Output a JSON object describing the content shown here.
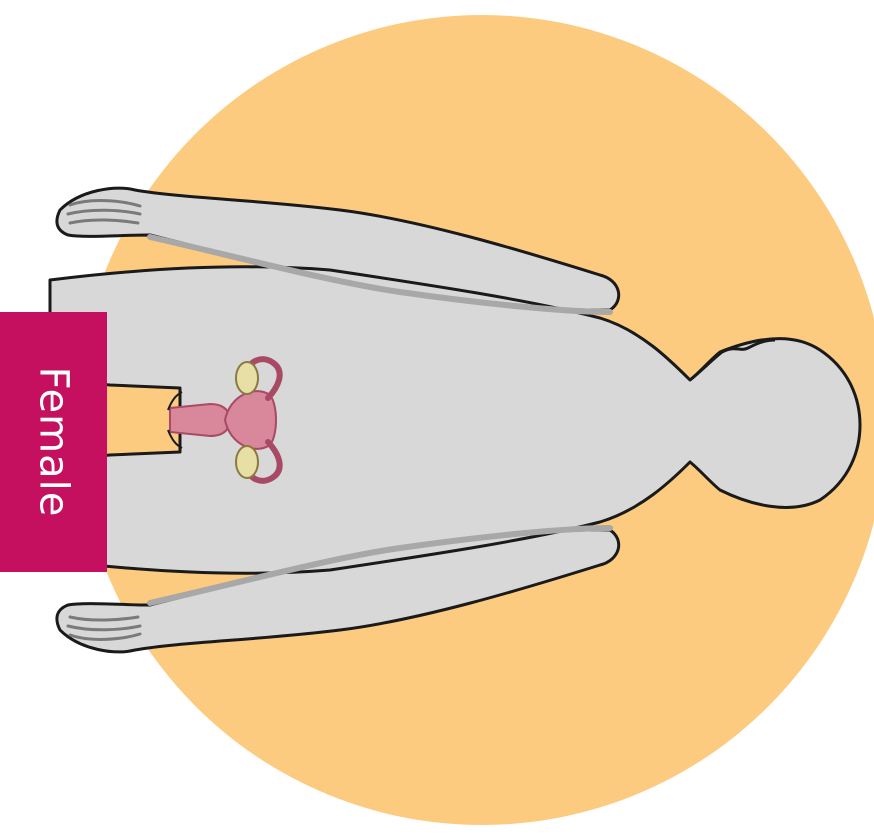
{
  "label": {
    "text": "Female"
  },
  "colors": {
    "circle_background": "#FDCB80",
    "body_fill": "#D8D8D8",
    "body_shadow": "#A8A8A8",
    "outline": "#1A1A1A",
    "label_background": "#C4105E",
    "label_text": "#FFFFFF",
    "uterus": "#D9879A",
    "uterus_dark": "#A84A66",
    "ovary": "#E8DFA6"
  },
  "icons": [
    "human-body-outline",
    "female-reproductive-organs"
  ]
}
